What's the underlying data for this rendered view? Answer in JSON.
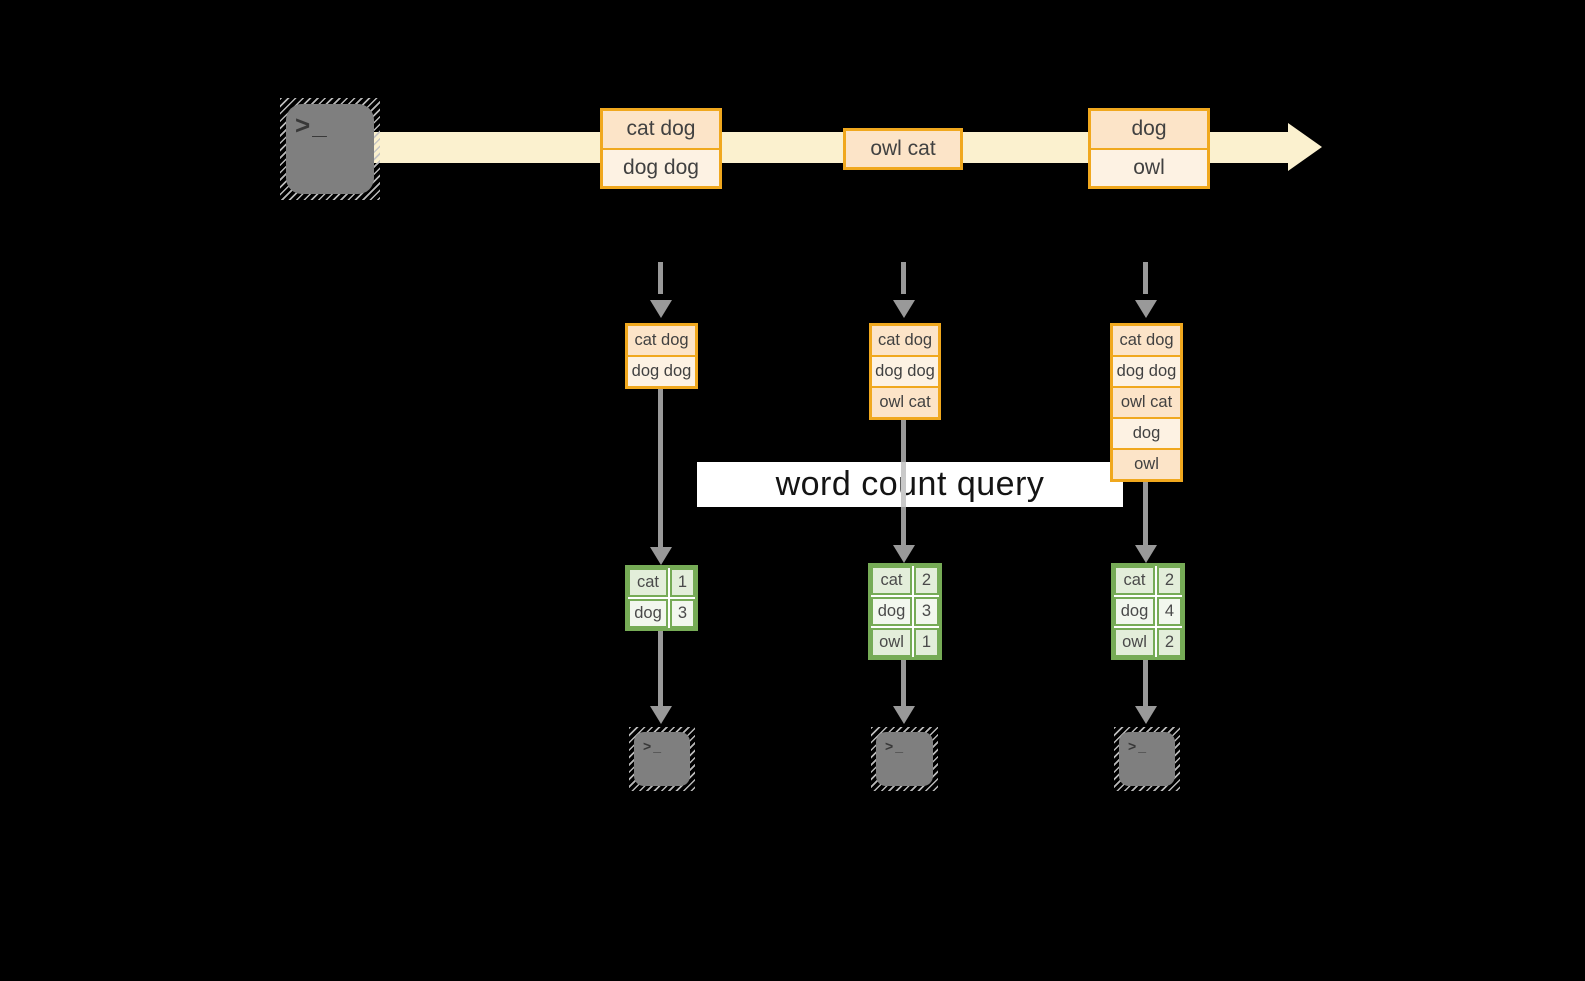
{
  "query_banner": {
    "label": "word count query"
  },
  "terminal": {
    "prompt": ">",
    "cursor": "_"
  },
  "colors": {
    "background": "#000000",
    "stream_band": "#FBF1CF",
    "orange_border": "#F0A81E",
    "fill_peach": "#FCE4C8",
    "fill_cream": "#FDF2E3",
    "green_border": "#76AB56",
    "fill_green": "#E3EEDA",
    "fill_green_light": "#F2F7EE",
    "arrow_gray": "#999999",
    "terminal_gray": "#7F7F7F"
  },
  "stream": {
    "events": [
      {
        "rows": [
          "cat dog",
          "dog dog"
        ]
      },
      {
        "rows": [
          "owl cat"
        ]
      },
      {
        "rows": [
          "dog",
          "owl"
        ]
      }
    ]
  },
  "pipelines": [
    {
      "buffer": [
        "cat dog",
        "dog dog"
      ],
      "counts": [
        {
          "word": "cat",
          "count": "1"
        },
        {
          "word": "dog",
          "count": "3"
        }
      ]
    },
    {
      "buffer": [
        "cat dog",
        "dog dog",
        "owl cat"
      ],
      "counts": [
        {
          "word": "cat",
          "count": "2"
        },
        {
          "word": "dog",
          "count": "3"
        },
        {
          "word": "owl",
          "count": "1"
        }
      ]
    },
    {
      "buffer": [
        "cat dog",
        "dog dog",
        "owl cat",
        "dog",
        "owl"
      ],
      "counts": [
        {
          "word": "cat",
          "count": "2"
        },
        {
          "word": "dog",
          "count": "4"
        },
        {
          "word": "owl",
          "count": "2"
        }
      ]
    }
  ]
}
